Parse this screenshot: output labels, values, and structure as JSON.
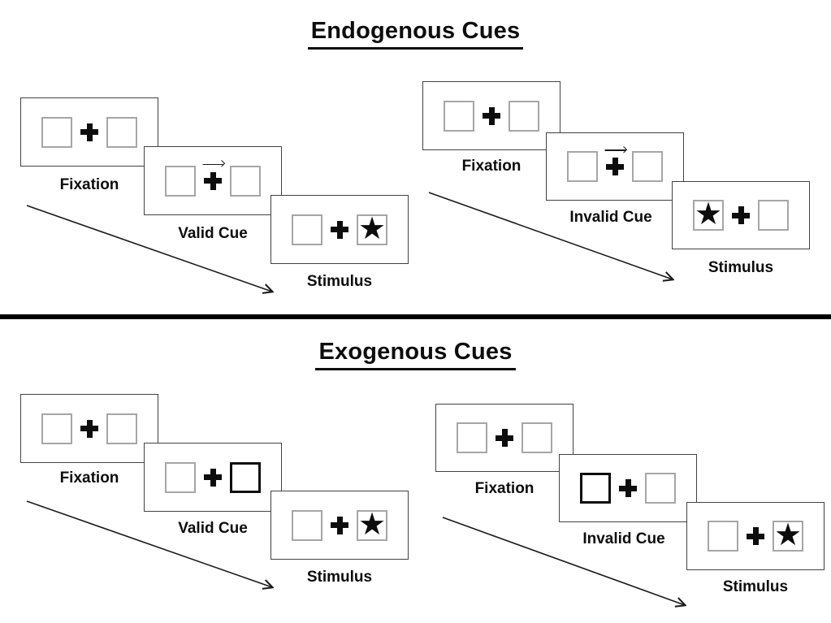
{
  "colors": {
    "ink": "#0d0d0d",
    "panel_border": "#424242",
    "box_border": "#a6a6a6",
    "bold_box_border": "#0d0d0d",
    "background": "#ffffff"
  },
  "glyphs": {
    "star": "★"
  },
  "sections": [
    {
      "id": "endogenous",
      "title": "Endogenous Cues",
      "cue_style": "central arrow above fixation cross",
      "sequences": [
        {
          "id": "valid",
          "steps": [
            {
              "label": "Fixation"
            },
            {
              "label": "Valid Cue"
            },
            {
              "label": "Stimulus"
            }
          ],
          "cue": "arrow-right",
          "stimulus_side": "right"
        },
        {
          "id": "invalid",
          "steps": [
            {
              "label": "Fixation"
            },
            {
              "label": "Invalid Cue"
            },
            {
              "label": "Stimulus"
            }
          ],
          "cue": "arrow-right",
          "stimulus_side": "left"
        }
      ]
    },
    {
      "id": "exogenous",
      "title": "Exogenous Cues",
      "cue_style": "peripheral bold box",
      "sequences": [
        {
          "id": "valid",
          "steps": [
            {
              "label": "Fixation"
            },
            {
              "label": "Valid Cue"
            },
            {
              "label": "Stimulus"
            }
          ],
          "cue": "bold-box-right",
          "stimulus_side": "right"
        },
        {
          "id": "invalid",
          "steps": [
            {
              "label": "Fixation"
            },
            {
              "label": "Invalid Cue"
            },
            {
              "label": "Stimulus"
            }
          ],
          "cue": "bold-box-left",
          "stimulus_side": "right"
        }
      ]
    }
  ]
}
